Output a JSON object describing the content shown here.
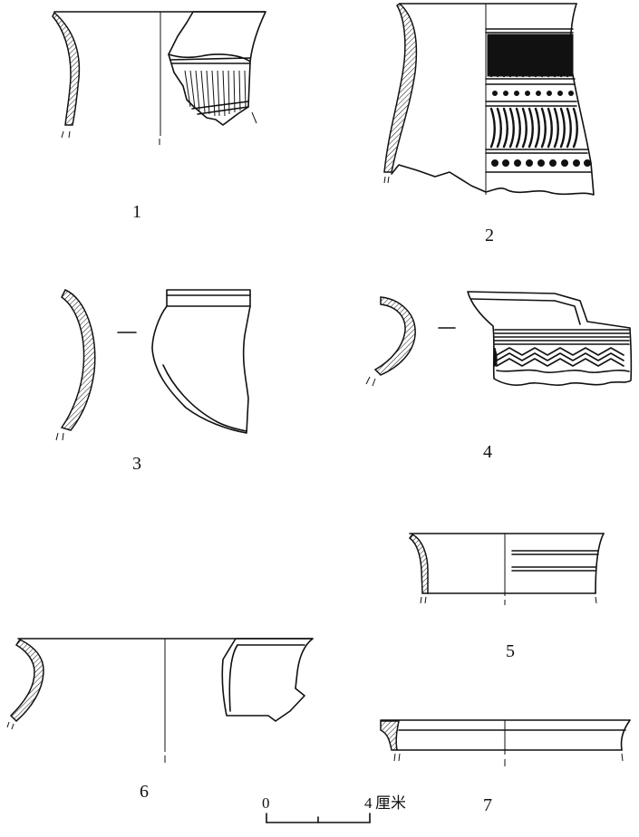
{
  "figure_labels": [
    "1",
    "2",
    "3",
    "4",
    "5",
    "6",
    "7"
  ],
  "scale_bar": {
    "start": "0",
    "end": "4",
    "unit": "厘米"
  }
}
